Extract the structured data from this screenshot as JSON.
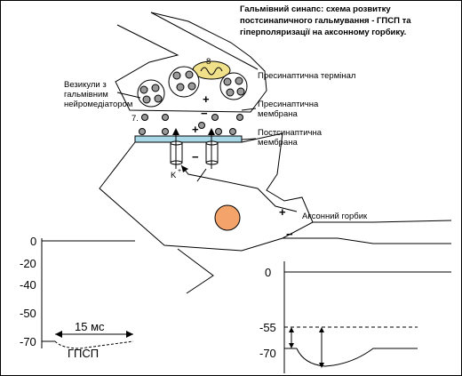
{
  "title": [
    "Гальмівний синапс: схема розвитку",
    "постсинапичного гальмування - ГПСП та",
    "гіперполяризації на аксонному горбику."
  ],
  "labels": {
    "vesicles": [
      "Везикули з",
      "гальмівним",
      "нейромедіатором"
    ],
    "presyn_terminal": "Пресинаптична термінал",
    "presyn_membrane": [
      "Пресинаптична",
      "мембрана"
    ],
    "postsyn_membrane": [
      "Постсинаптична",
      "мембрана"
    ],
    "axon_hillock": "Аксонний горбик",
    "potassium": "K",
    "potassium_sup": "+",
    "num_7": "7.",
    "num_8": "8",
    "minus": "−",
    "plus": "+"
  },
  "left_graph": {
    "ticks": [
      "0",
      "-20",
      "-40",
      "-50",
      "-70"
    ],
    "time_label": "15 мс",
    "potential_label": "ГПСП"
  },
  "right_graph": {
    "ticks": [
      "0",
      "-55",
      "-70"
    ]
  },
  "colors": {
    "soma_fill": "#f4a46a",
    "mito_fill": "#f0e08a",
    "membrane_fill": "#a8d8e8",
    "vesicle_fill": "#9a9a9a"
  }
}
